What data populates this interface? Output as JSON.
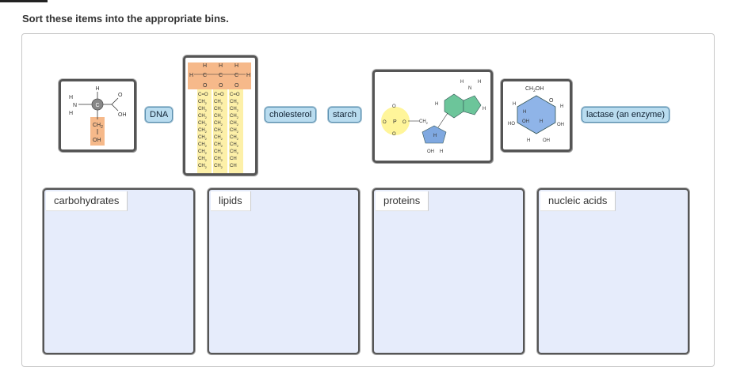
{
  "instruction": "Sort these items into the appropriate bins.",
  "items": {
    "amino_acid": {
      "atoms": {
        "h_top": "H",
        "h1": "H",
        "n": "N",
        "h2": "H",
        "c": "C",
        "o_top": "O",
        "oh": "OH",
        "ch2": "CH",
        "ch2_sub": "2",
        "oh_bottom": "OH"
      }
    },
    "dna": "DNA",
    "triglyceride": {
      "h": "H",
      "c": "C",
      "o": "O",
      "ch2": "CH",
      "ch": "CH",
      "sub": "2"
    },
    "cholesterol": "cholesterol",
    "starch": "starch",
    "nucleotide": {
      "p": "P",
      "o": "O",
      "n": "N",
      "h": "H",
      "oh": "OH",
      "ch2": "CH",
      "sub": "2",
      "minus": "-"
    },
    "glucose": {
      "ch2oh": "CH",
      "ch2oh_sub": "2",
      "ch2oh_tail": "OH",
      "o": "O",
      "h": "H",
      "oh": "OH",
      "ho": "HO"
    },
    "lactase": "lactase (an enzyme)"
  },
  "bins": [
    {
      "label": "carbohydrates"
    },
    {
      "label": "lipids"
    },
    {
      "label": "proteins"
    },
    {
      "label": "nucleic acids"
    }
  ],
  "colors": {
    "label_bg": "#b9dcef",
    "bin_bg": "#e6ecfb",
    "glycerol": "#f6b98a",
    "fatty_acid": "#fdf0a8",
    "phosphate": "#fff59a",
    "sugar": "#7fa8e0",
    "base": "#6cc59a",
    "glucose": "#8fb4e8"
  }
}
